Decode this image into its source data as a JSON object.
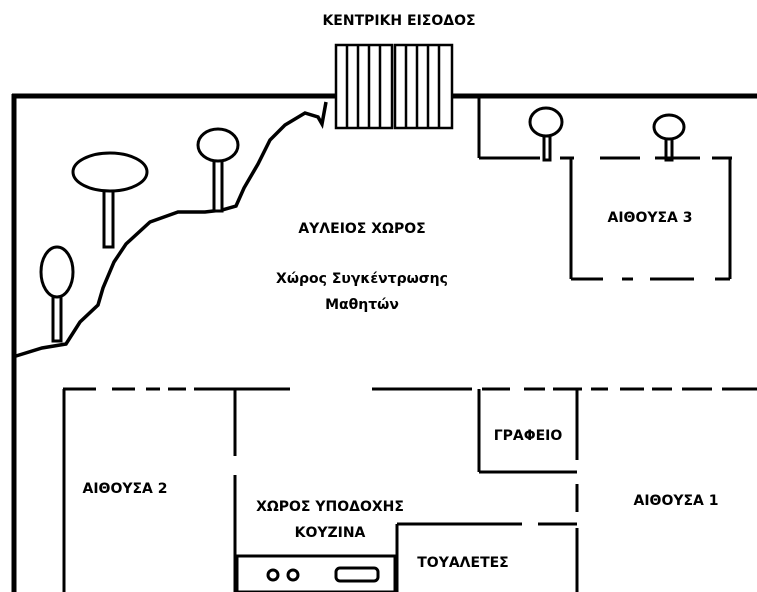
{
  "labels": {
    "main_entrance": "ΚΕΝΤΡΙΚΗ ΕΙΣΟΔΟΣ",
    "courtyard": "ΑΥΛΕΙΟΣ ΧΩΡΟΣ",
    "gathering_line1": "Χώρος Συγκέντρωσης",
    "gathering_line2": "Μαθητών",
    "classroom3": "ΑΙΘΟΥΣΑ 3",
    "classroom2": "ΑΙΘΟΥΣΑ 2",
    "classroom1": "ΑΙΘΟΥΣΑ 1",
    "office": "ΓΡΑΦΕΙΟ",
    "reception_line1": "ΧΩΡΟΣ ΥΠΟΔΟΧΗΣ",
    "reception_line2": "ΚΟΥΖΙΝΑ",
    "toilets": "ΤΟΥΑΛΕΤΕΣ"
  },
  "colors": {
    "line": "#000000",
    "background": "#ffffff"
  }
}
